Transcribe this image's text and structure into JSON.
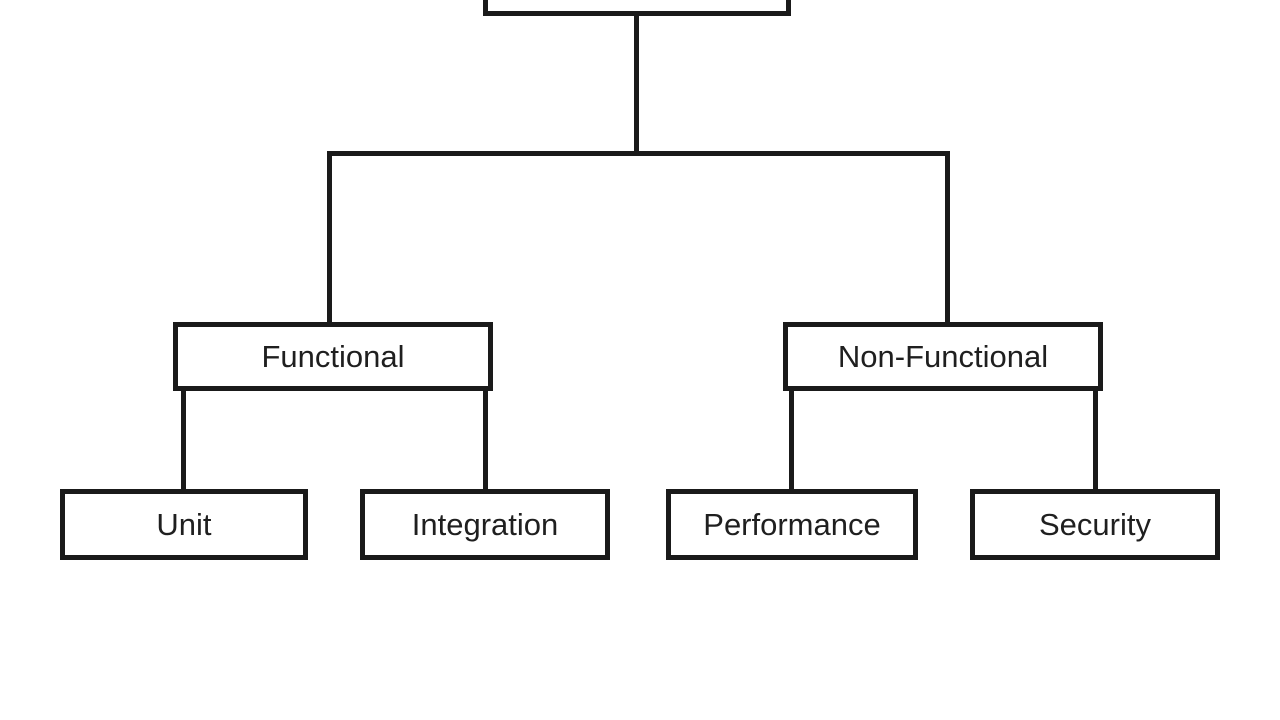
{
  "diagram": {
    "background_color": "#ffffff",
    "line_color": "#1a1a1a",
    "text_color": "#1f1f1f",
    "description": "Tree diagram of testing types; root box cropped at top of screenshot",
    "nodes": {
      "root": {
        "label": ""
      },
      "functional": {
        "label": "Functional"
      },
      "non_functional": {
        "label": "Non-Functional"
      },
      "unit": {
        "label": "Unit"
      },
      "integration": {
        "label": "Integration"
      },
      "performance": {
        "label": "Performance"
      },
      "security": {
        "label": "Security"
      }
    },
    "edges": [
      {
        "from": "root",
        "to": "functional"
      },
      {
        "from": "root",
        "to": "non_functional"
      },
      {
        "from": "functional",
        "to": "unit"
      },
      {
        "from": "functional",
        "to": "integration"
      },
      {
        "from": "non_functional",
        "to": "performance"
      },
      {
        "from": "non_functional",
        "to": "security"
      }
    ]
  }
}
